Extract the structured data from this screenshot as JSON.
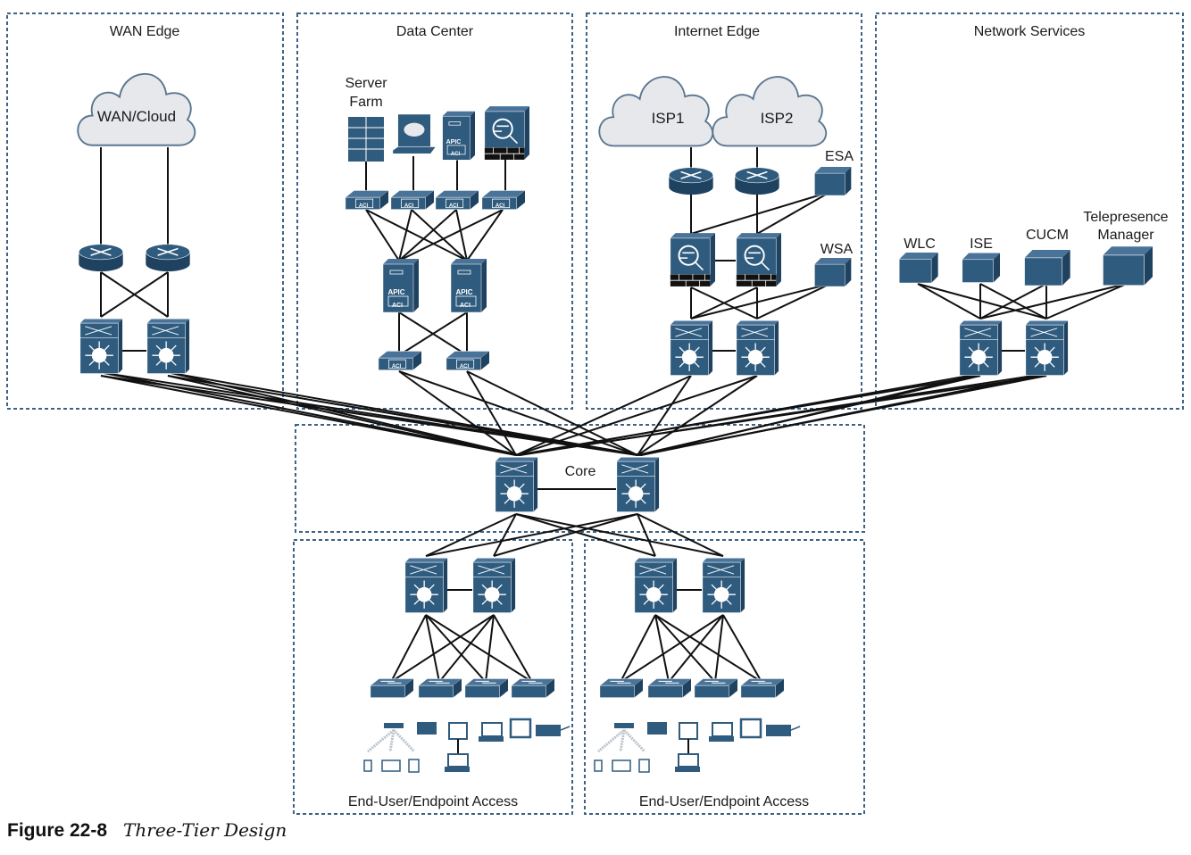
{
  "sections": {
    "wan_edge": "WAN Edge",
    "data_center": "Data Center",
    "internet_edge": "Internet Edge",
    "network_services": "Network Services",
    "core": "Core",
    "access_left": "End-User/Endpoint Access",
    "access_right": "End-User/Endpoint Access"
  },
  "labels": {
    "wan_cloud": "WAN/Cloud",
    "server_farm_1": "Server",
    "server_farm_2": "Farm",
    "isp1": "ISP1",
    "isp2": "ISP2",
    "esa": "ESA",
    "wsa": "WSA",
    "wlc": "WLC",
    "ise": "ISE",
    "cucm": "CUCM",
    "telepresence_1": "Telepresence",
    "telepresence_2": "Manager",
    "apic": "APIC",
    "aci": "ACI"
  },
  "caption": {
    "number": "Figure 22-8",
    "title": "Three-Tier Design"
  },
  "colors": {
    "icon": "#2f5b7e",
    "icon_dark": "#1f4261",
    "border": "#3d6283",
    "cloud_fill": "#e6e8eb"
  }
}
